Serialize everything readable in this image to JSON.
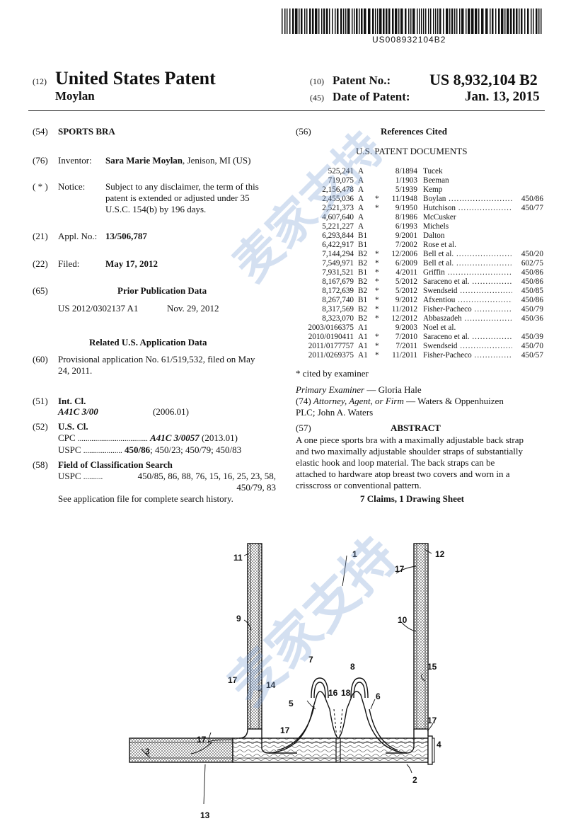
{
  "barcode_number": "US008932104B2",
  "header": {
    "code12": "(12)",
    "title": "United States Patent",
    "inventor_surname": "Moylan",
    "code10": "(10)",
    "patent_no_label": "Patent No.:",
    "patent_no": "US 8,932,104 B2",
    "code45": "(45)",
    "date_label": "Date of Patent:",
    "date": "Jan. 13, 2015"
  },
  "left": {
    "c54": "(54)",
    "title": "SPORTS BRA",
    "c76": "(76)",
    "inventor_label": "Inventor:",
    "inventor_name": "Sara Marie Moylan",
    "inventor_loc": ", Jenison, MI (US)",
    "cstar": "( * )",
    "notice_label": "Notice:",
    "notice_lines": [
      "Subject to any disclaimer, the term of this",
      "patent is extended or adjusted under 35",
      "U.S.C. 154(b) by 196 days."
    ],
    "c21": "(21)",
    "appl_label": "Appl. No.:",
    "appl_no": "13/506,787",
    "c22": "(22)",
    "filed_label": "Filed:",
    "filed_date": "May 17, 2012",
    "c65": "(65)",
    "prior_heading": "Prior Publication Data",
    "prior_pub": "US 2012/0302137 A1",
    "prior_date": "Nov. 29, 2012",
    "related_heading": "Related U.S. Application Data",
    "c60": "(60)",
    "provisional_lines": [
      "Provisional application No. 61/519,532, filed on May",
      "24, 2011."
    ],
    "c51": "(51)",
    "intcl_label": "Int. Cl.",
    "intcl_code": "A41C 3/00",
    "intcl_year": "(2006.01)",
    "c52": "(52)",
    "uscl_label": "U.S. Cl.",
    "cpc_label": "CPC",
    "cpc_dots": "....................................",
    "cpc_code": "A41C 3/0057",
    "cpc_year": "(2013.01)",
    "uspc_label": "USPC",
    "uspc_dots": "....................",
    "uspc_main": "450/86",
    "uspc_rest": "; 450/23; 450/79; 450/83",
    "c58": "(58)",
    "field_label": "Field of Classification Search",
    "field_uspc_label": "USPC",
    "field_dots": "..........",
    "field_line1": "450/85, 86, 88, 76, 15, 16, 25, 23, 58,",
    "field_line2": "450/79, 83",
    "see_app": "See application file for complete search history."
  },
  "right": {
    "c56": "(56)",
    "refs_heading": "References Cited",
    "us_docs": "U.S. PATENT DOCUMENTS",
    "references": [
      {
        "num": "525,241",
        "kind": "A",
        "star": "",
        "date": "8/1894",
        "name": "Tucek",
        "cls": ""
      },
      {
        "num": "719,075",
        "kind": "A",
        "star": "",
        "date": "1/1903",
        "name": "Beeman",
        "cls": ""
      },
      {
        "num": "2,156,478",
        "kind": "A",
        "star": "",
        "date": "5/1939",
        "name": "Kemp",
        "cls": ""
      },
      {
        "num": "2,455,036",
        "kind": "A",
        "star": "*",
        "date": "11/1948",
        "name": "Boylan",
        "cls": "450/86"
      },
      {
        "num": "2,521,373",
        "kind": "A",
        "star": "*",
        "date": "9/1950",
        "name": "Hutchison",
        "cls": "450/77"
      },
      {
        "num": "4,607,640",
        "kind": "A",
        "star": "",
        "date": "8/1986",
        "name": "McCusker",
        "cls": ""
      },
      {
        "num": "5,221,227",
        "kind": "A",
        "star": "",
        "date": "6/1993",
        "name": "Michels",
        "cls": ""
      },
      {
        "num": "6,293,844",
        "kind": "B1",
        "star": "",
        "date": "9/2001",
        "name": "Dalton",
        "cls": ""
      },
      {
        "num": "6,422,917",
        "kind": "B1",
        "star": "",
        "date": "7/2002",
        "name": "Rose et al.",
        "cls": ""
      },
      {
        "num": "7,144,294",
        "kind": "B2",
        "star": "*",
        "date": "12/2006",
        "name": "Bell et al.",
        "cls": "450/20"
      },
      {
        "num": "7,549,971",
        "kind": "B2",
        "star": "*",
        "date": "6/2009",
        "name": "Bell et al.",
        "cls": "602/75"
      },
      {
        "num": "7,931,521",
        "kind": "B1",
        "star": "*",
        "date": "4/2011",
        "name": "Griffin",
        "cls": "450/86"
      },
      {
        "num": "8,167,679",
        "kind": "B2",
        "star": "*",
        "date": "5/2012",
        "name": "Saraceno et al.",
        "cls": "450/86"
      },
      {
        "num": "8,172,639",
        "kind": "B2",
        "star": "*",
        "date": "5/2012",
        "name": "Swendseid",
        "cls": "450/85"
      },
      {
        "num": "8,267,740",
        "kind": "B1",
        "star": "*",
        "date": "9/2012",
        "name": "Afxentiou",
        "cls": "450/86"
      },
      {
        "num": "8,317,569",
        "kind": "B2",
        "star": "*",
        "date": "11/2012",
        "name": "Fisher-Pacheco",
        "cls": "450/79"
      },
      {
        "num": "8,323,070",
        "kind": "B2",
        "star": "*",
        "date": "12/2012",
        "name": "Abbaszadeh",
        "cls": "450/36"
      },
      {
        "num": "2003/0166375",
        "kind": "A1",
        "star": "",
        "date": "9/2003",
        "name": "Noel et al.",
        "cls": ""
      },
      {
        "num": "2010/0190411",
        "kind": "A1",
        "star": "*",
        "date": "7/2010",
        "name": "Saraceno et al.",
        "cls": "450/39"
      },
      {
        "num": "2011/0177757",
        "kind": "A1",
        "star": "*",
        "date": "7/2011",
        "name": "Swendseid",
        "cls": "450/70"
      },
      {
        "num": "2011/0269375",
        "kind": "A1",
        "star": "*",
        "date": "11/2011",
        "name": "Fisher-Pacheco",
        "cls": "450/57"
      }
    ],
    "cited_by": "* cited by examiner",
    "examiner_label": "Primary Examiner",
    "examiner_name": " — Gloria Hale",
    "c74": "(74)",
    "attorney_label": "Attorney, Agent, or Firm",
    "attorney_rest": " — Waters & Oppenhuizen",
    "attorney_line2": "PLC; John A. Waters",
    "c57": "(57)",
    "abstract_heading": "ABSTRACT",
    "abstract_lines": [
      "A one piece sports bra with a maximally adjustable back strap",
      "and two maximally adjustable shoulder straps of substantially",
      "elastic hook and loop material. The back straps can be",
      "attached to hardware atop breast two covers and worn in a",
      "crisscross or conventional pattern."
    ],
    "claims": "7 Claims, 1 Drawing Sheet"
  },
  "drawing_labels": {
    "l1": "1",
    "l2": "2",
    "l3": "3",
    "l4": "4",
    "l5": "5",
    "l6": "6",
    "l7": "7",
    "l8": "8",
    "l9": "9",
    "l10": "10",
    "l11": "11",
    "l12": "12",
    "l13": "13",
    "l14": "14",
    "l15": "15",
    "l16": "16",
    "l17": "17",
    "l18": "18"
  },
  "watermark": "麦家支持"
}
